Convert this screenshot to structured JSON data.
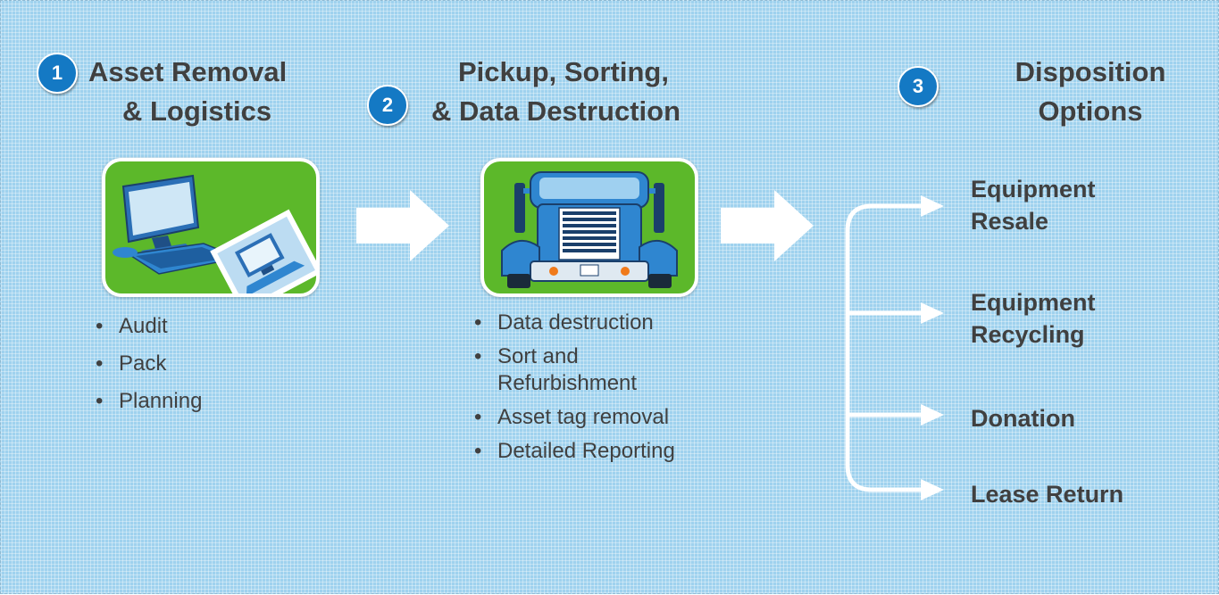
{
  "steps": [
    {
      "number": "1",
      "title_line1": "Asset Removal",
      "title_line2": "& Logistics",
      "bullets": [
        "Audit",
        "Pack",
        "Planning"
      ],
      "image_icon": "computer-workstation-icon"
    },
    {
      "number": "2",
      "title_line1": "Pickup, Sorting,",
      "title_line2": "& Data Destruction",
      "bullets": [
        "Data destruction",
        "Sort and\nRefurbishment",
        "Asset tag removal",
        "Detailed Reporting"
      ],
      "image_icon": "truck-icon"
    },
    {
      "number": "3",
      "title_line1": "Disposition",
      "title_line2": "Options"
    }
  ],
  "options": [
    {
      "line1": "Equipment",
      "line2": "Resale"
    },
    {
      "line1": "Equipment",
      "line2": "Recycling"
    },
    {
      "line1": "Donation",
      "line2": ""
    },
    {
      "line1": "Lease Return",
      "line2": ""
    }
  ],
  "colors": {
    "background": "#9fd2ee",
    "badge": "#1479c4",
    "tile": "#5cb82a",
    "text": "#404040",
    "arrow": "#ffffff"
  }
}
